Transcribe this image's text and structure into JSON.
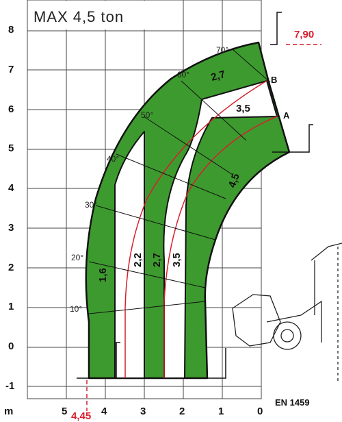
{
  "title": "MAX 4,5 ton",
  "standard": "EN 1459",
  "unit_label": "m",
  "max_height_label": "7,90",
  "max_reach_label": "4,45",
  "point_labels": [
    "A",
    "B"
  ],
  "colors": {
    "zone": "#3d9a2e",
    "red": "#d81e2c",
    "grid": "#444444"
  },
  "chart_data": {
    "type": "load-chart",
    "x_ticks": [
      "5",
      "4",
      "3",
      "2",
      "1",
      "0"
    ],
    "y_ticks": [
      "8",
      "7",
      "6",
      "5",
      "4",
      "3",
      "2",
      "1",
      "0",
      "-1"
    ],
    "angles": [
      "70°",
      "60°",
      "50°",
      "40°",
      "30°",
      "20°",
      "10°"
    ],
    "load_zones": [
      "1,6",
      "2,2",
      "2,7",
      "3,5",
      "4,5",
      "2,7",
      "3,5"
    ],
    "max_height_m": 7.9,
    "max_reach_m": 4.45
  }
}
